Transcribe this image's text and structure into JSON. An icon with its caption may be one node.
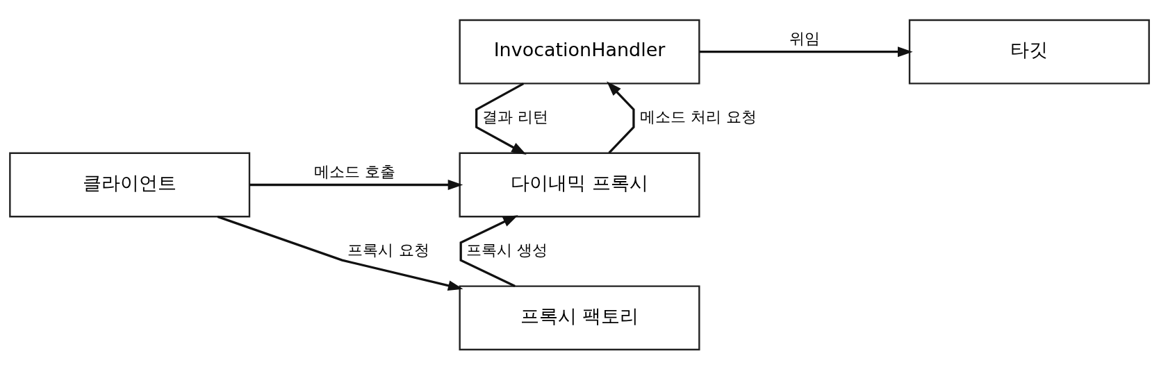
{
  "diagram": {
    "nodes": [
      {
        "text": [
          "InvocationHandler"
        ]
      },
      {
        "text": [
          "타깃"
        ]
      },
      {
        "text": [
          "클라이언트"
        ]
      },
      {
        "text": [
          "다이내믹 프록시"
        ]
      },
      {
        "text": [
          "프록시 팩토리"
        ]
      }
    ],
    "edges": [
      {
        "from": 0,
        "to": 1,
        "arrow": "to",
        "label": "위임"
      },
      {
        "from": 3,
        "to": 0,
        "arrow": "to",
        "label": "메소드 처리 요청"
      },
      {
        "from": 0,
        "to": 3,
        "arrow": "to",
        "label": "결과 리턴"
      },
      {
        "from": 2,
        "to": 3,
        "arrow": "to",
        "label": "메소드 호출"
      },
      {
        "from": 2,
        "to": 4,
        "arrow": "to",
        "label": "프록시 요청"
      },
      {
        "from": 4,
        "to": 3,
        "arrow": "to",
        "label": "프록시 생성"
      }
    ]
  }
}
